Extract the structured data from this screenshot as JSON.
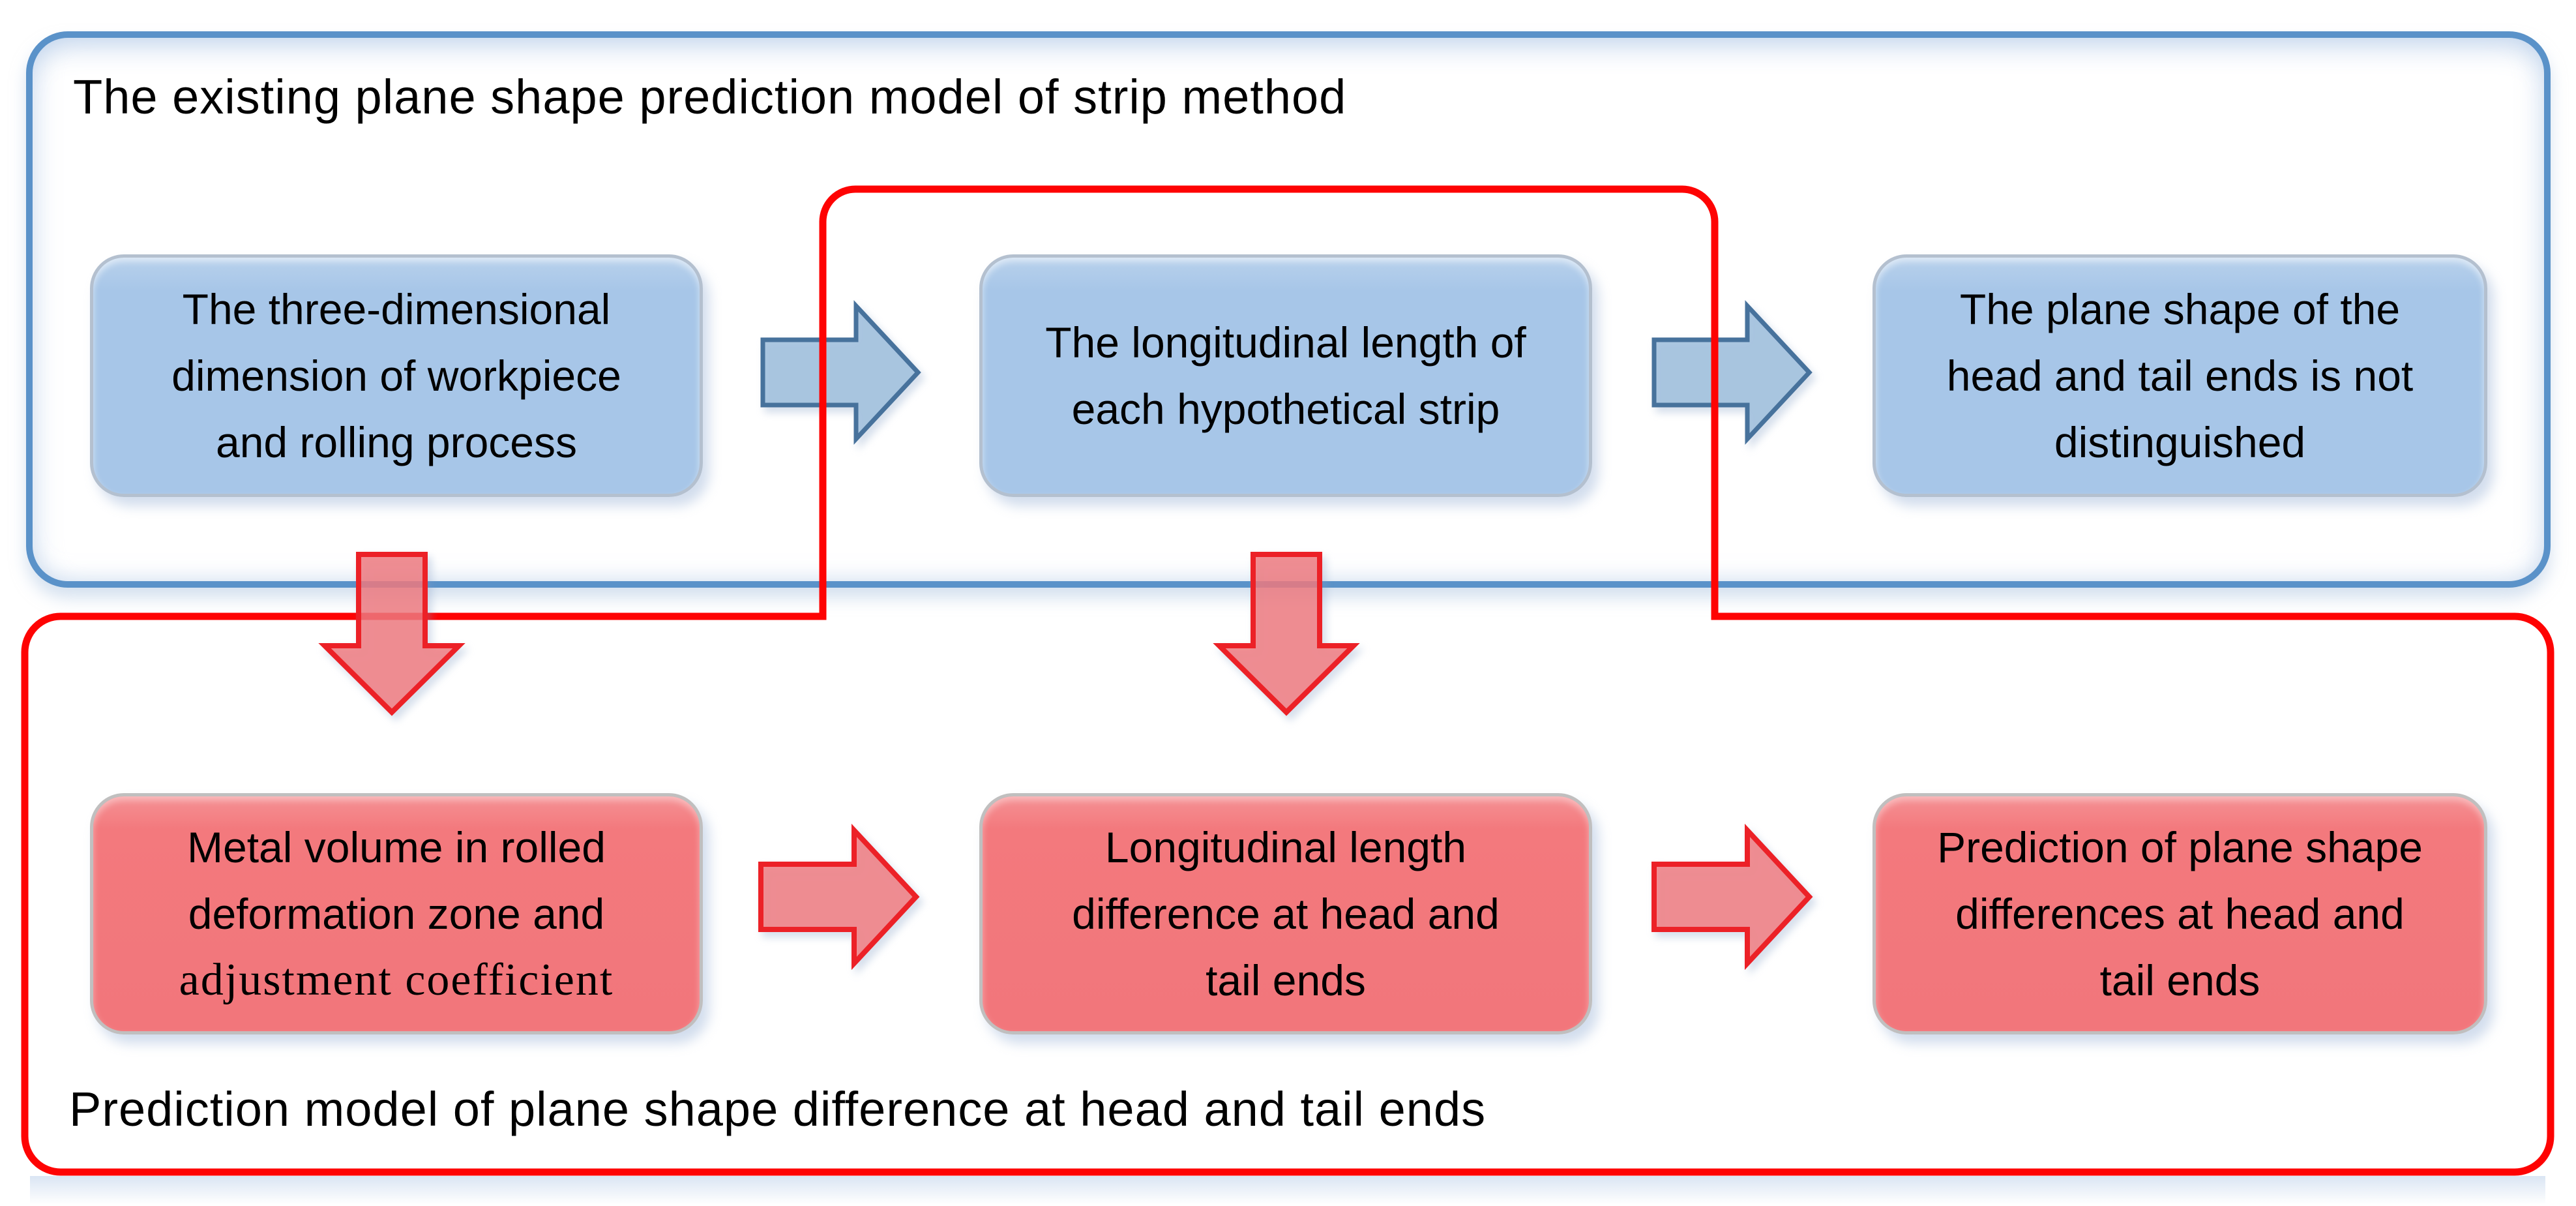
{
  "figure": {
    "sections": {
      "existing": {
        "label": "The existing plane shape prediction model of strip method",
        "boxes": [
          {
            "lines": [
              "The three-dimensional",
              "dimension of workpiece",
              "and rolling process"
            ]
          },
          {
            "lines": [
              "The longitudinal length of",
              "each hypothetical strip"
            ]
          },
          {
            "lines": [
              "The plane shape of the",
              "head and tail ends is not",
              "distinguished"
            ]
          }
        ]
      },
      "prediction": {
        "label": "Prediction model of plane shape difference at head and tail ends",
        "boxes": [
          {
            "lines": [
              "Metal volume in rolled",
              "deformation zone and",
              "adjustment coefficient"
            ]
          },
          {
            "lines": [
              "Longitudinal length",
              "difference at head and",
              "tail ends"
            ]
          },
          {
            "lines": [
              "Prediction of plane shape",
              "differences at head and",
              "tail ends"
            ]
          }
        ]
      }
    },
    "icons": {
      "right_arrow_blue": "block-arrow-right",
      "right_arrow_red": "block-arrow-right",
      "down_arrow_red": "block-arrow-down"
    },
    "colors": {
      "section_blue_border": "#5a92c9",
      "section_red_border": "#fe0303",
      "box_blue_fill": "#a7c6e8",
      "box_blue_border": "#b4c0cf",
      "box_pink_fill": "#f3797d",
      "box_pink_border": "#c0bfbf",
      "arrow_blue_fill": "#a0bfdd",
      "arrow_blue_border": "#47729c",
      "arrow_red_fill": "#f3777b",
      "arrow_red_border": "#ec2127",
      "text": "#000000",
      "background": "#ffffff"
    }
  }
}
